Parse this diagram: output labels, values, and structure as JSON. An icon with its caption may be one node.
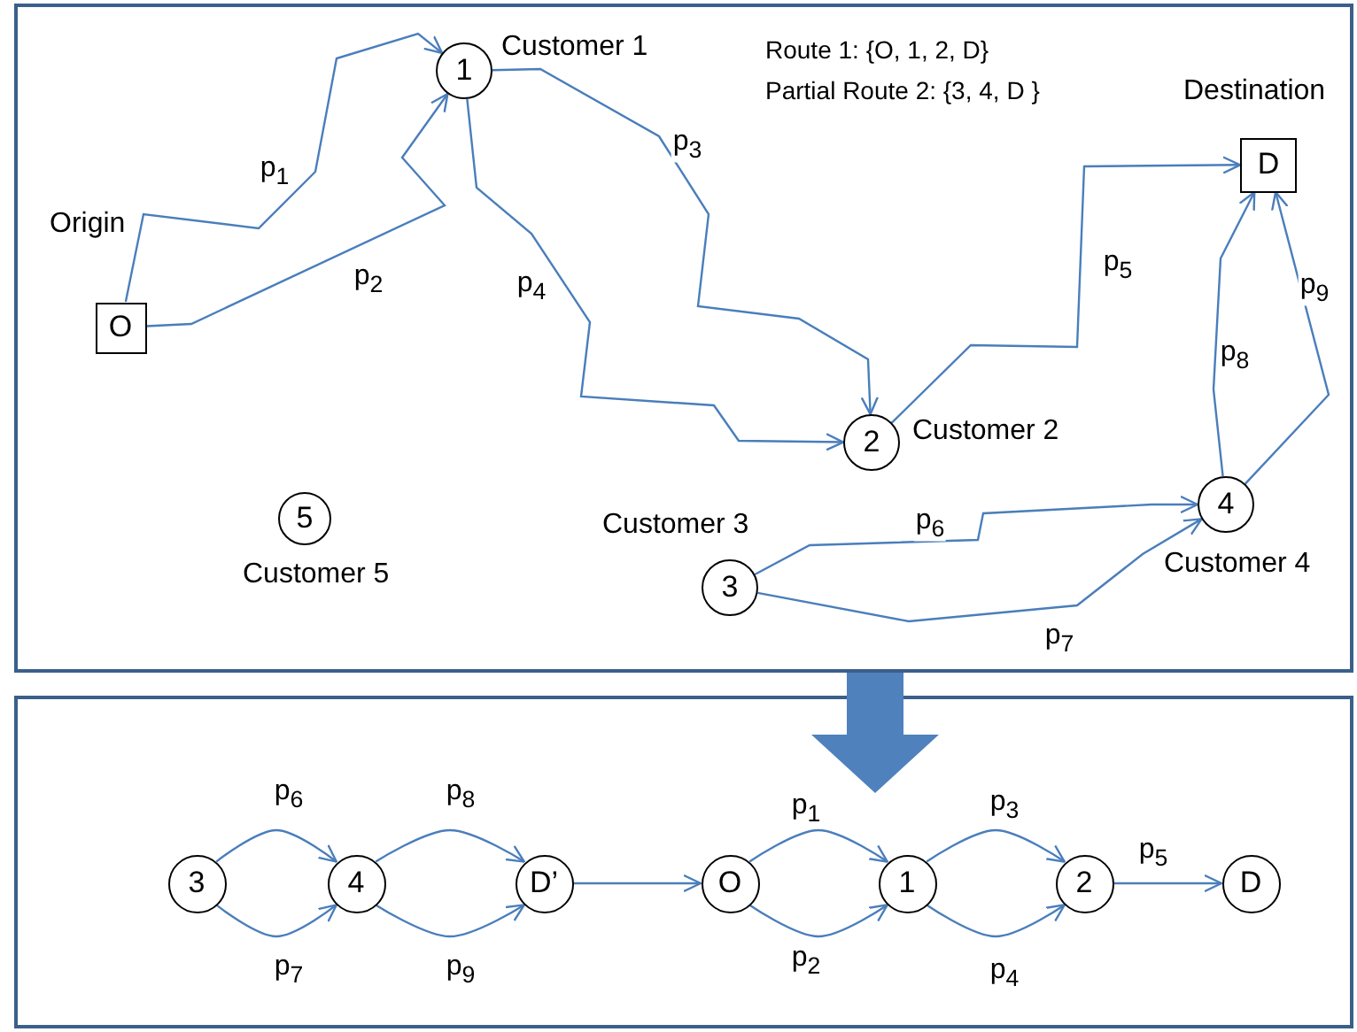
{
  "diagram": {
    "nodes": [
      {
        "text": [],
        "shape": "box"
      },
      {
        "text": [
          "O"
        ],
        "in": 0,
        "beside": [
          "Origin"
        ]
      },
      {
        "text": [
          "1"
        ],
        "in": 0,
        "beside": [
          "Customer 1"
        ]
      },
      {
        "text": [
          "2"
        ],
        "in": 0,
        "beside": [
          "Customer 2"
        ]
      },
      {
        "text": [
          "D"
        ],
        "in": 0,
        "beside": [
          "Destination"
        ]
      },
      {
        "text": [
          "3"
        ],
        "in": 0,
        "beside": [
          "Customer 3"
        ]
      },
      {
        "text": [
          "4"
        ],
        "in": 0,
        "beside": [
          "Customer 4"
        ]
      },
      {
        "text": [
          "5"
        ],
        "in": 0,
        "beside": [
          "Customer 5"
        ]
      },
      {
        "text": [],
        "shape": "box"
      },
      {
        "text": [
          "3"
        ],
        "in": 8
      },
      {
        "text": [
          "4"
        ],
        "in": 8
      },
      {
        "text": [
          "D’"
        ],
        "in": 8
      },
      {
        "text": [
          "O"
        ],
        "in": 8
      },
      {
        "text": [
          "1"
        ],
        "in": 8
      },
      {
        "text": [
          "2"
        ],
        "in": 8
      },
      {
        "text": [
          "D"
        ],
        "in": 8
      }
    ],
    "edges": [
      {
        "from": 1,
        "to": 2,
        "arrow": "to",
        "label": "p$_{1}$"
      },
      {
        "from": 1,
        "to": 2,
        "arrow": "to",
        "label": "p$_{2}$"
      },
      {
        "from": 2,
        "to": 3,
        "arrow": "to",
        "label": "p$_{3}$"
      },
      {
        "from": 2,
        "to": 3,
        "arrow": "to",
        "label": "p$_{4}$"
      },
      {
        "from": 3,
        "to": 4,
        "arrow": "to",
        "label": "p$_{5}$"
      },
      {
        "from": 5,
        "to": 6,
        "arrow": "to",
        "label": "p$_{6}$"
      },
      {
        "from": 5,
        "to": 6,
        "arrow": "to",
        "label": "p$_{7}$"
      },
      {
        "from": 6,
        "to": 4,
        "arrow": "to",
        "label": "p$_{8}$"
      },
      {
        "from": 6,
        "to": 4,
        "arrow": "to",
        "label": "p$_{9}$"
      },
      {
        "from": 0,
        "to": 8,
        "arrow": "to",
        "style": "thick",
        "color": "#4f81bd"
      },
      {
        "from": 9,
        "to": 10,
        "arrow": "to",
        "label": "p$_{6}$"
      },
      {
        "from": 9,
        "to": 10,
        "arrow": "to",
        "label": "p$_{7}$"
      },
      {
        "from": 10,
        "to": 11,
        "arrow": "to",
        "label": "p$_{8}$"
      },
      {
        "from": 10,
        "to": 11,
        "arrow": "to",
        "label": "p$_{9}$"
      },
      {
        "from": 11,
        "to": 12,
        "arrow": "to"
      },
      {
        "from": 12,
        "to": 13,
        "arrow": "to",
        "label": "p$_{1}$"
      },
      {
        "from": 12,
        "to": 13,
        "arrow": "to",
        "label": "p$_{2}$"
      },
      {
        "from": 13,
        "to": 14,
        "arrow": "to",
        "label": "p$_{3}$"
      },
      {
        "from": 13,
        "to": 14,
        "arrow": "to",
        "label": "p$_{4}$"
      },
      {
        "from": 14,
        "to": 15,
        "arrow": "to",
        "label": "p$_{5}$"
      }
    ],
    "labels": [
      "Route 1: {O, 1, 2, D}",
      "Partial Route 2: {3, 4, D }"
    ]
  }
}
